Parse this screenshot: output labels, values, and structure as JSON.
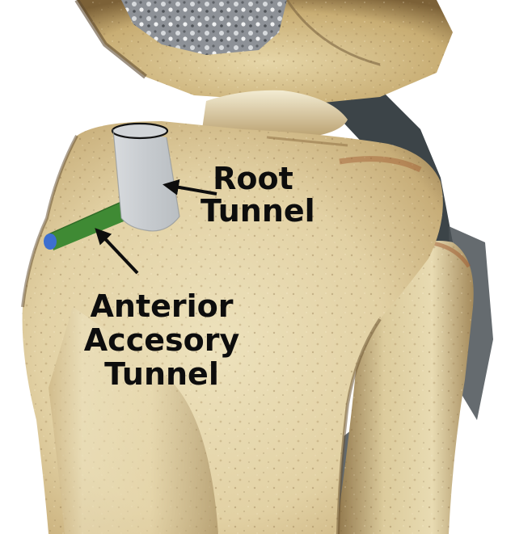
{
  "figure": {
    "labels": {
      "root_tunnel": {
        "line1": "Root",
        "line2": "Tunnel"
      },
      "anterior_accessory_tunnel": {
        "line1": "Anterior",
        "line2": "Accesory",
        "line3": "Tunnel"
      }
    },
    "colors": {
      "bone_light": "#e9dcb4",
      "bone_mid": "#c9b07a",
      "bone_dark": "#7a6240",
      "bone_rust": "#a0582e",
      "background": "#ffffff",
      "shadow": "#3c4448",
      "root_tunnel_fill": "#c9cdd0",
      "accessory_tunnel_fill": "#3f8a34",
      "accessory_tunnel_end": "#3d6fd0",
      "label_text": "#0d0d0d"
    },
    "icons": [
      "arrow-to-root-tunnel",
      "arrow-to-accessory-tunnel"
    ]
  }
}
